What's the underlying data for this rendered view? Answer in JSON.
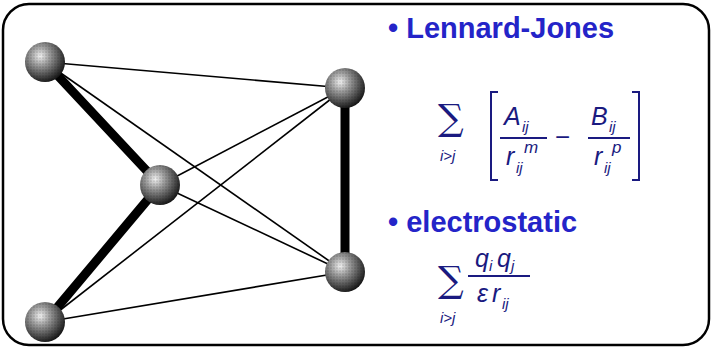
{
  "diagram": {
    "labels": [
      "• Lennard-Jones",
      "∑",
      "i>j",
      "A",
      "ij",
      "r",
      "ij",
      "m",
      "−",
      "B",
      "ij",
      "r",
      "ij",
      "p",
      "• electrostatic",
      "∑",
      "i>j",
      "q",
      "i",
      "q",
      "j",
      "ε",
      "r",
      "ij"
    ]
  }
}
